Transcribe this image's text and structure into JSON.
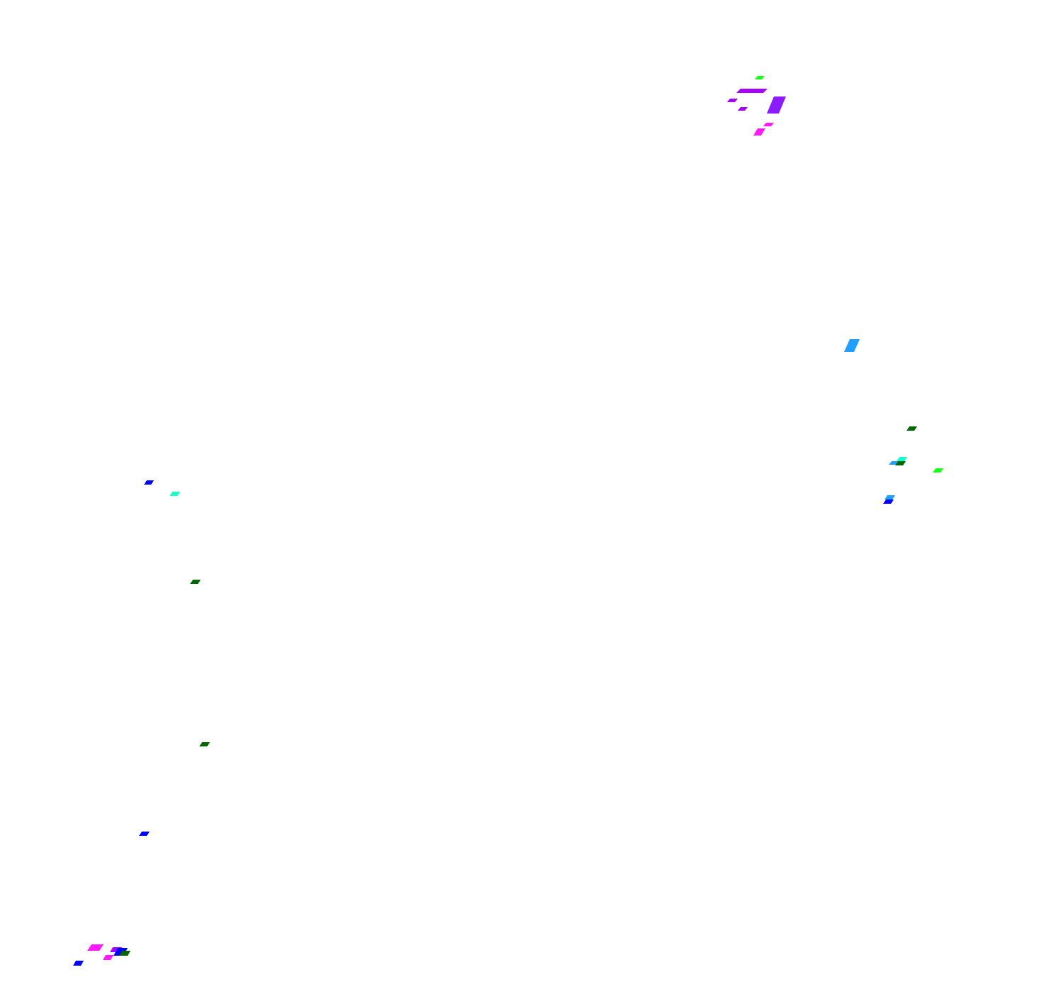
{
  "palette": {
    "green": "#19ff19",
    "purple": "#a600ff",
    "violet": "#8a1cff",
    "magenta": "#ff19ff",
    "light_blue": "#1f9fff",
    "dark_green": "#006600",
    "blue": "#0000ff",
    "aqua": "#19ffcc"
  },
  "marks": [
    {
      "color": "green"
    },
    {
      "color": "purple"
    },
    {
      "color": "purple"
    },
    {
      "color": "purple"
    },
    {
      "color": "violet"
    },
    {
      "color": "magenta"
    },
    {
      "color": "magenta"
    },
    {
      "color": "light_blue"
    },
    {
      "color": "dark_green"
    },
    {
      "color": "light_blue"
    },
    {
      "color": "aqua"
    },
    {
      "color": "dark_green"
    },
    {
      "color": "green"
    },
    {
      "color": "light_blue"
    },
    {
      "color": "blue"
    },
    {
      "color": "blue"
    },
    {
      "color": "aqua"
    },
    {
      "color": "dark_green"
    },
    {
      "color": "dark_green"
    },
    {
      "color": "blue"
    },
    {
      "color": "magenta"
    },
    {
      "color": "magenta"
    },
    {
      "color": "purple"
    },
    {
      "color": "blue"
    },
    {
      "color": "dark_green"
    },
    {
      "color": "blue"
    }
  ]
}
